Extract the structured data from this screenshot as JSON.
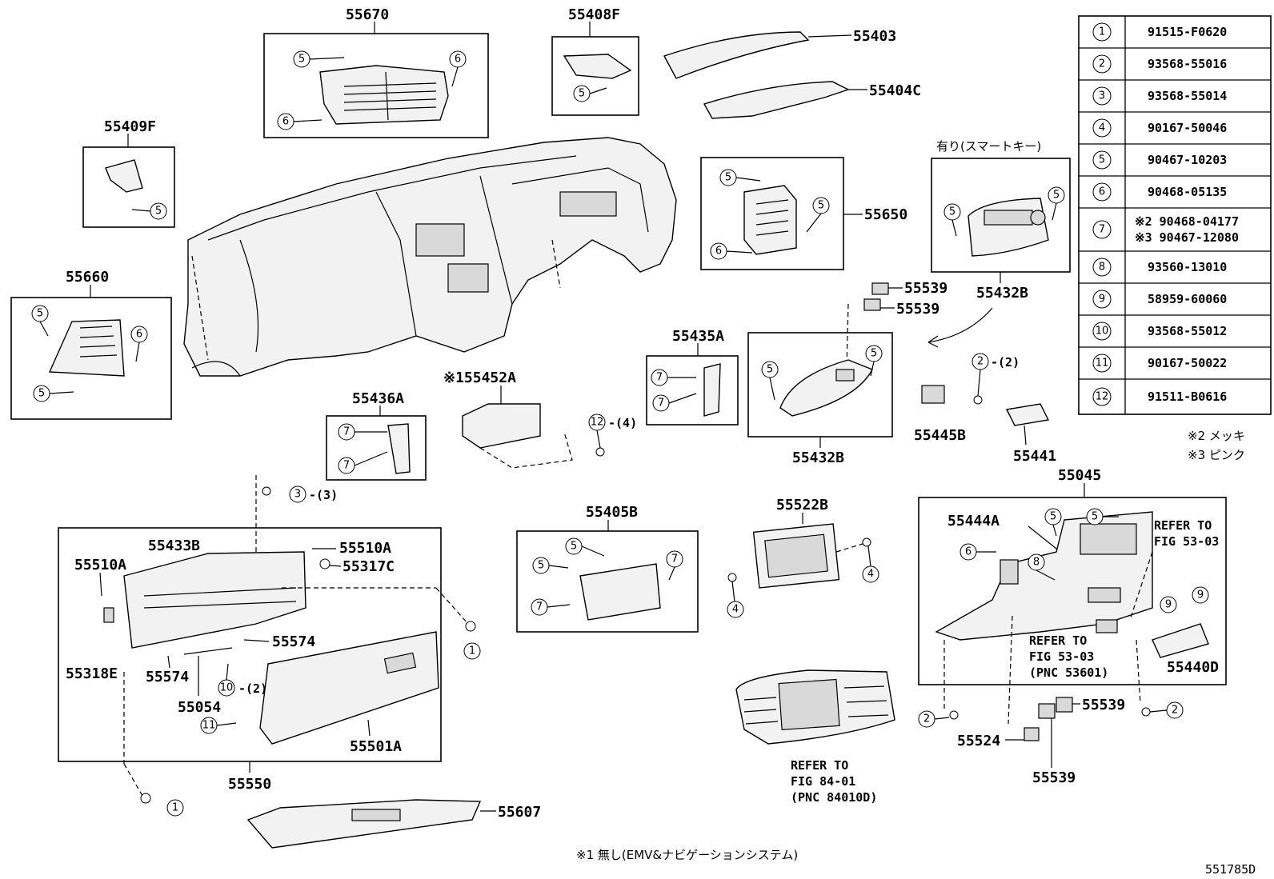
{
  "diagram_id": "551785D",
  "parts": {
    "p55670": "55670",
    "p55408F": "55408F",
    "p55403": "55403",
    "p55404C": "55404C",
    "p55409F": "55409F",
    "p55650": "55650",
    "p55660": "55660",
    "p55432B_top": "55432B",
    "p55539_a": "55539",
    "p55539_b": "55539",
    "p55435A": "55435A",
    "p55452A": "※155452A",
    "p55436A": "55436A",
    "p55432B_mid": "55432B",
    "p55445B": "55445B",
    "p55441": "55441",
    "p55045": "55045",
    "p55444A": "55444A",
    "p55433B": "55433B",
    "p55510A_r": "55510A",
    "p55510A_l": "55510A",
    "p55317C": "55317C",
    "p55574_r": "55574",
    "p55574_l": "55574",
    "p55318E": "55318E",
    "p55054": "55054",
    "p55501A": "55501A",
    "p55550": "55550",
    "p55607": "55607",
    "p55405B": "55405B",
    "p55522B": "55522B",
    "p55440D": "55440D",
    "p55539_c": "55539",
    "p55539_d": "55539",
    "p55524": "55524"
  },
  "qty": {
    "q2": "-(2)",
    "q12": "-(4)",
    "q3": "-(3)",
    "q10": "-(2)"
  },
  "notes": {
    "smart_key": "有り(スマートキー)",
    "refer_fig_84_line1": "REFER TO",
    "refer_fig_84_line2": "FIG 84-01",
    "refer_fig_84_line3": "(PNC 84010D)",
    "refer_53_a_line1": "REFER TO",
    "refer_53_a_line2": "FIG 53-03",
    "refer_53_b_line1": "REFER TO",
    "refer_53_b_line2": "FIG 53-03",
    "refer_53_b_line3": "(PNC 53601)",
    "footnote1": "※1 無し(EMV&ナビゲーションシステム)",
    "footnote2": "※2 メッキ",
    "footnote3": "※3 ピンク"
  },
  "table": [
    {
      "num": "1",
      "part": "91515-F0620"
    },
    {
      "num": "2",
      "part": "93568-55016"
    },
    {
      "num": "3",
      "part": "93568-55014"
    },
    {
      "num": "4",
      "part": "90167-50046"
    },
    {
      "num": "5",
      "part": "90467-10203"
    },
    {
      "num": "6",
      "part": "90468-05135"
    },
    {
      "num": "7",
      "part": "※2 90468-04177",
      "part2": "※3 90467-12080"
    },
    {
      "num": "8",
      "part": "93560-13010"
    },
    {
      "num": "9",
      "part": "58959-60060"
    },
    {
      "num": "10",
      "part": "93568-55012"
    },
    {
      "num": "11",
      "part": "90167-50022"
    },
    {
      "num": "12",
      "part": "91511-B0616"
    }
  ]
}
